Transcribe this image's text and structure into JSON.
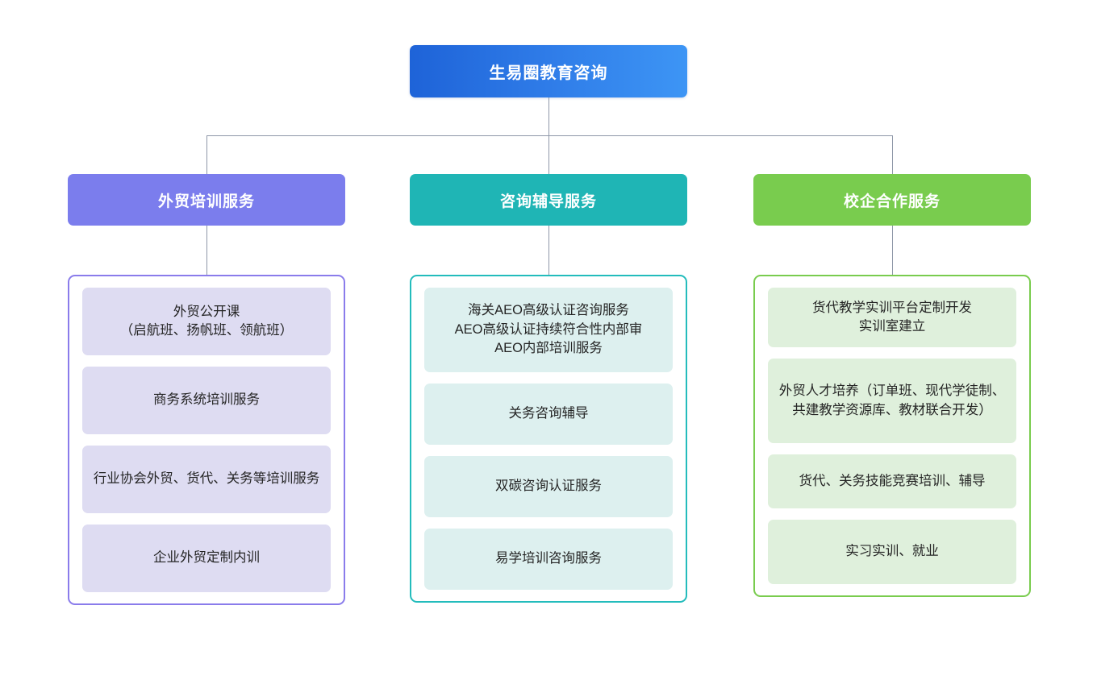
{
  "diagram": {
    "type": "organizational-tree",
    "root": {
      "label": "生易圈教育咨询",
      "color_from": "#1e63d8",
      "color_to": "#3d95f5"
    },
    "connector_color": "#8e97a8",
    "branches": [
      {
        "header": "外贸培训服务",
        "header_color": "#7b7ded",
        "panel_border_color": "#8a7ceb",
        "leaf_color": "#dedcf2",
        "items": [
          "外贸公开课\n（启航班、扬帆班、领航班）",
          "商务系统培训服务",
          "行业协会外贸、货代、关务等培训服务",
          "企业外贸定制内训"
        ]
      },
      {
        "header": "咨询辅导服务",
        "header_color": "#1fb5b5",
        "panel_border_color": "#23bcbc",
        "leaf_color": "#ddf0ef",
        "items": [
          "海关AEO高级认证咨询服务\nAEO高级认证持续符合性内部审\nAEO内部培训服务",
          "关务咨询辅导",
          "双碳咨询认证服务",
          "易学培训咨询服务"
        ]
      },
      {
        "header": "校企合作服务",
        "header_color": "#79cc4e",
        "panel_border_color": "#79cc4e",
        "leaf_color": "#dff0dc",
        "items": [
          "货代教学实训平台定制开发\n实训室建立",
          "外贸人才培养（订单班、现代学徒制、共建教学资源库、教材联合开发）",
          "货代、关务技能竞赛培训、辅导",
          "实习实训、就业"
        ]
      }
    ]
  }
}
